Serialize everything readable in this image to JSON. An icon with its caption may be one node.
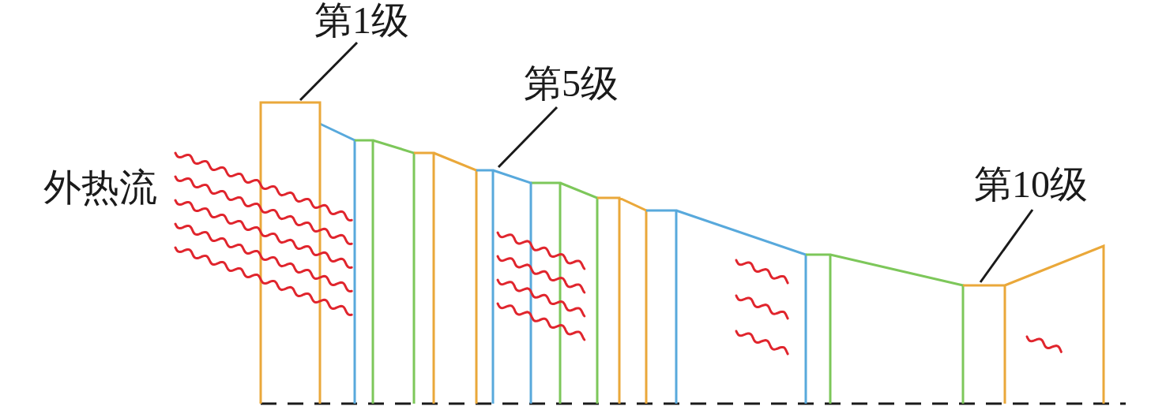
{
  "diagram": {
    "nodes": [
      {
        "text": [
          "第1级"
        ]
      },
      {
        "text": [],
        "shape": "box"
      },
      {
        "text": [
          "第5级"
        ]
      },
      {
        "text": [],
        "shape": "box"
      },
      {
        "text": [
          "第10级"
        ]
      },
      {
        "text": [],
        "shape": "box"
      }
    ],
    "edges": [
      {
        "from": 0,
        "to": 1,
        "arrow": "none"
      },
      {
        "from": 2,
        "to": 3,
        "arrow": "none"
      },
      {
        "from": 4,
        "to": 5,
        "arrow": "none"
      }
    ],
    "labels": [
      "外热流"
    ]
  }
}
